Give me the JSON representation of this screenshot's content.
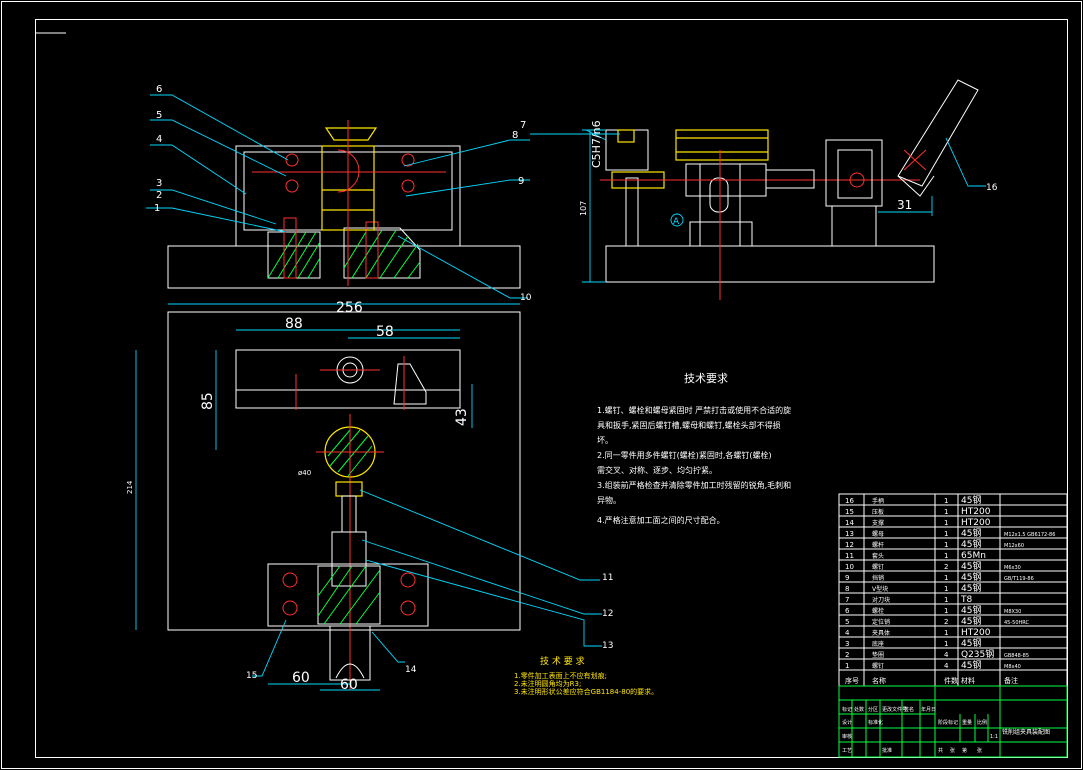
{
  "section_view_labels": [
    "6",
    "5",
    "4",
    "3",
    "2",
    "1",
    "8",
    "9",
    "10"
  ],
  "side_view_labels": [
    "7",
    "16"
  ],
  "plan_view_labels": [
    "11",
    "12",
    "13",
    "14",
    "15"
  ],
  "dimensions": {
    "width_256": "256",
    "d88": "88",
    "d58": "58",
    "d85": "85",
    "d43": "43",
    "d60a": "60",
    "d60b": "60",
    "d31": "31",
    "d214": "214",
    "d107": "107",
    "fit": "C5H7/n6",
    "phi": "ø40",
    "datum": "A"
  },
  "tech_req_main": {
    "title": "技术要求",
    "lines": [
      "1.螺钉、螺栓和螺母紧固时 严禁打击或使用不合适的旋",
      "具和扳手,紧固后螺钉槽,螺母和螺钉,螺栓头部不得损",
      "坏。",
      "2.同一零件用多件螺钉(螺栓)紧固时,各螺钉(螺栓)",
      "需交叉、对称、逐步、均匀拧紧。",
      "3.组装前严格检查并清除零件加工时残留的锐角,毛刺和",
      "异物。",
      "4.严格注意加工面之间的尺寸配合。"
    ]
  },
  "tech_req_small": {
    "title": "技 术 要 求",
    "lines": [
      "1.零件加工表面上不应有划痕;",
      "2.未注明圆角均为R3;",
      "3.未注明形状公差应符合GB1184-80的要求。"
    ]
  },
  "bom": {
    "rows": [
      {
        "no": "16",
        "name": "手柄",
        "qty": "1",
        "mat": "45钢",
        "note": ""
      },
      {
        "no": "15",
        "name": "压板",
        "qty": "1",
        "mat": "HT200",
        "note": ""
      },
      {
        "no": "14",
        "name": "支撑",
        "qty": "1",
        "mat": "HT200",
        "note": ""
      },
      {
        "no": "13",
        "name": "螺母",
        "qty": "1",
        "mat": "45钢",
        "note": "M12x1.5 GB6172-86"
      },
      {
        "no": "12",
        "name": "螺杆",
        "qty": "1",
        "mat": "45钢",
        "note": "M12x60"
      },
      {
        "no": "11",
        "name": "套头",
        "qty": "1",
        "mat": "65Mn",
        "note": ""
      },
      {
        "no": "10",
        "name": "螺钉",
        "qty": "2",
        "mat": "45钢",
        "note": "M6x30"
      },
      {
        "no": "9",
        "name": "挡销",
        "qty": "1",
        "mat": "45钢",
        "note": "GB/T119-86"
      },
      {
        "no": "8",
        "name": "V型块",
        "qty": "1",
        "mat": "45钢",
        "note": ""
      },
      {
        "no": "7",
        "name": "对刀块",
        "qty": "1",
        "mat": "T8",
        "note": ""
      },
      {
        "no": "6",
        "name": "螺栓",
        "qty": "1",
        "mat": "45钢",
        "note": "M8X30"
      },
      {
        "no": "5",
        "name": "定位销",
        "qty": "2",
        "mat": "45钢",
        "note": "45-50HRC"
      },
      {
        "no": "4",
        "name": "夹具体",
        "qty": "1",
        "mat": "HT200",
        "note": ""
      },
      {
        "no": "3",
        "name": "底座",
        "qty": "1",
        "mat": "45钢",
        "note": ""
      },
      {
        "no": "2",
        "name": "垫圈",
        "qty": "4",
        "mat": "Q235钢",
        "note": "GB848-85"
      },
      {
        "no": "1",
        "name": "螺钉",
        "qty": "4",
        "mat": "45钢",
        "note": "M8x40"
      }
    ],
    "header": {
      "no": "序号",
      "name": "名称",
      "qty": "件数",
      "mat": "材料",
      "note": "备注"
    }
  },
  "title_block": {
    "drawing_title": "铣削组夹具装配图",
    "cells": [
      "标记",
      "处数",
      "分区",
      "更改文件号",
      "签名",
      "年月日",
      "设计",
      "标准化",
      "阶段标记",
      "重量",
      "比例",
      "审核",
      "工艺",
      "批准",
      "共",
      "张",
      "第",
      "张",
      "1:1"
    ]
  },
  "colors": {
    "background": "#000000",
    "outline": "#ffffff",
    "part": "#ffe600",
    "centerline": "#ff3030",
    "dimension": "#00d8ff",
    "table": "#00ff40"
  }
}
